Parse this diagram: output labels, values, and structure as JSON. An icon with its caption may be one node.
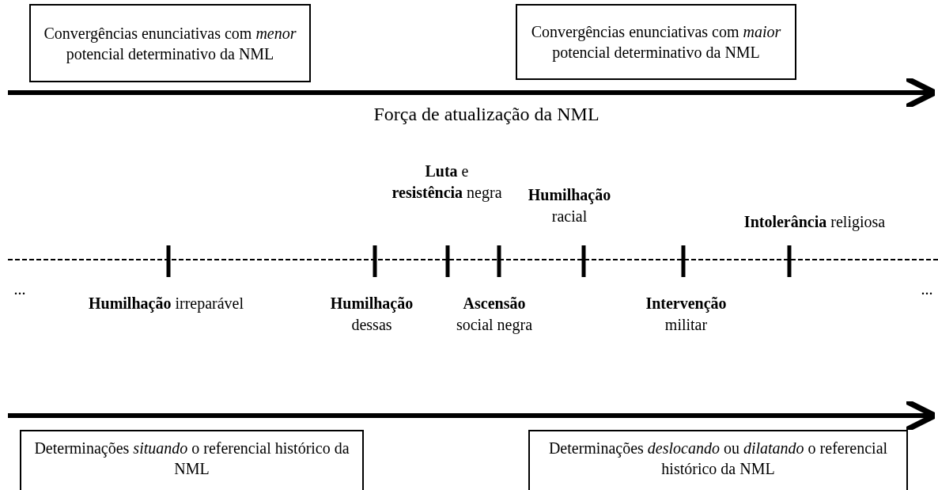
{
  "diagram": {
    "nodes": [
      {
        "text": [
          "Convergências enunciativas com *menor* potencial determinativo da NML"
        ]
      },
      {
        "text": [
          "Convergências enunciativas com *maior* potencial determinativo da NML"
        ]
      },
      {
        "text": [
          "Determinações *situando* o referencial histórico da NML"
        ]
      },
      {
        "text": [
          "Determinações *deslocando* ou *dilatando* o referencial histórico da NML"
        ]
      }
    ],
    "edges": [],
    "labels": [
      "Força de atualização da NML",
      "**Luta** e **resistência** negra",
      "**Humilhação** racial",
      "**Intolerância** religiosa",
      "...",
      "...",
      "**Humilhação** irreparável",
      "**Humilhação** dessas",
      "**Ascensão** social negra",
      "**Intervenção** militar"
    ]
  }
}
